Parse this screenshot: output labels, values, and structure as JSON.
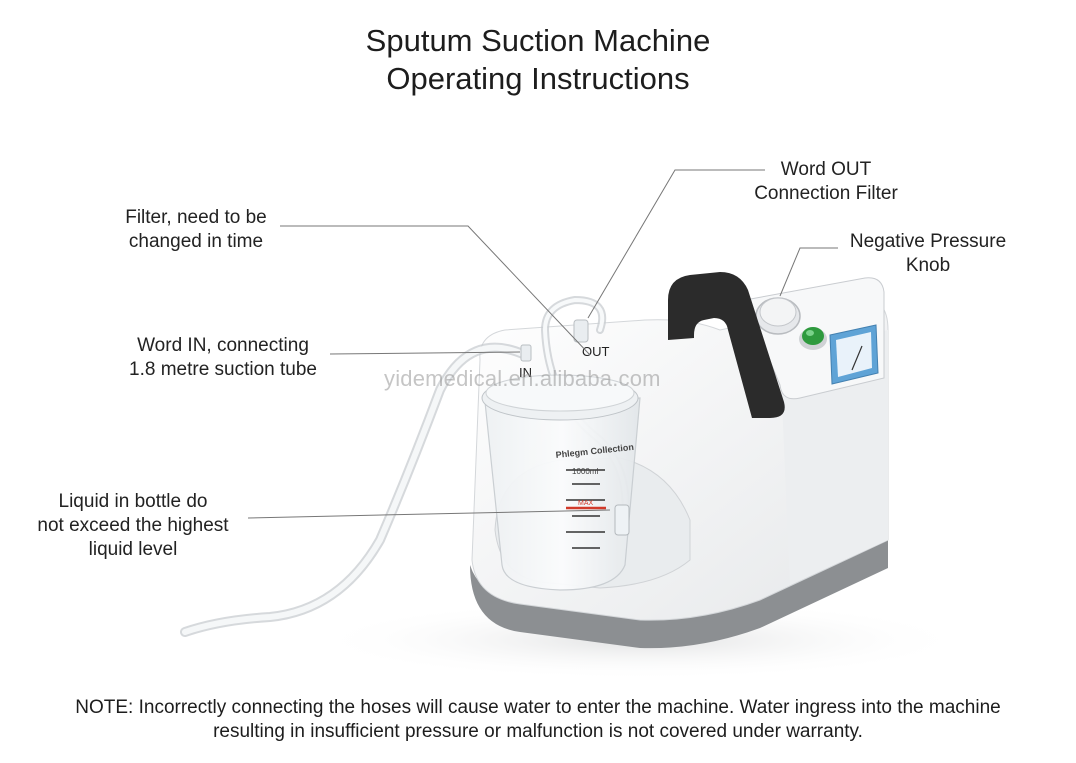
{
  "title": {
    "line1": "Sputum Suction Machine",
    "line2": "Operating Instructions"
  },
  "callouts": {
    "word_out": {
      "line1": "Word OUT",
      "line2": "Connection Filter"
    },
    "filter": {
      "line1": "Filter, need to be",
      "line2": "changed in time"
    },
    "negative_pressure": {
      "line1": "Negative Pressure",
      "line2": "Knob"
    },
    "word_in": {
      "line1": "Word IN, connecting",
      "line2": "1.8 metre suction tube"
    },
    "liquid": {
      "line1": "Liquid in bottle do",
      "line2": "not exceed the highest",
      "line3": "liquid level"
    }
  },
  "device_labels": {
    "out": "OUT",
    "in": "IN",
    "bottle_text": "Phlegm Collection",
    "bottle_volume": "1000ml",
    "max_mark": "MAX"
  },
  "watermark": "yidemedical.en.alibaba.com",
  "note": {
    "line1": "NOTE: Incorrectly connecting the hoses will cause water to enter the machine. Water ingress into the machine",
    "line2": "resulting in insufficient pressure or malfunction is not covered under warranty."
  },
  "colors": {
    "body": "#f4f5f6",
    "base_stripe": "#8a8d90",
    "handle": "#2b2b2b",
    "gauge": "#5fa3d6",
    "switch": "#2e9a3e",
    "max_line": "#d23a2a"
  }
}
